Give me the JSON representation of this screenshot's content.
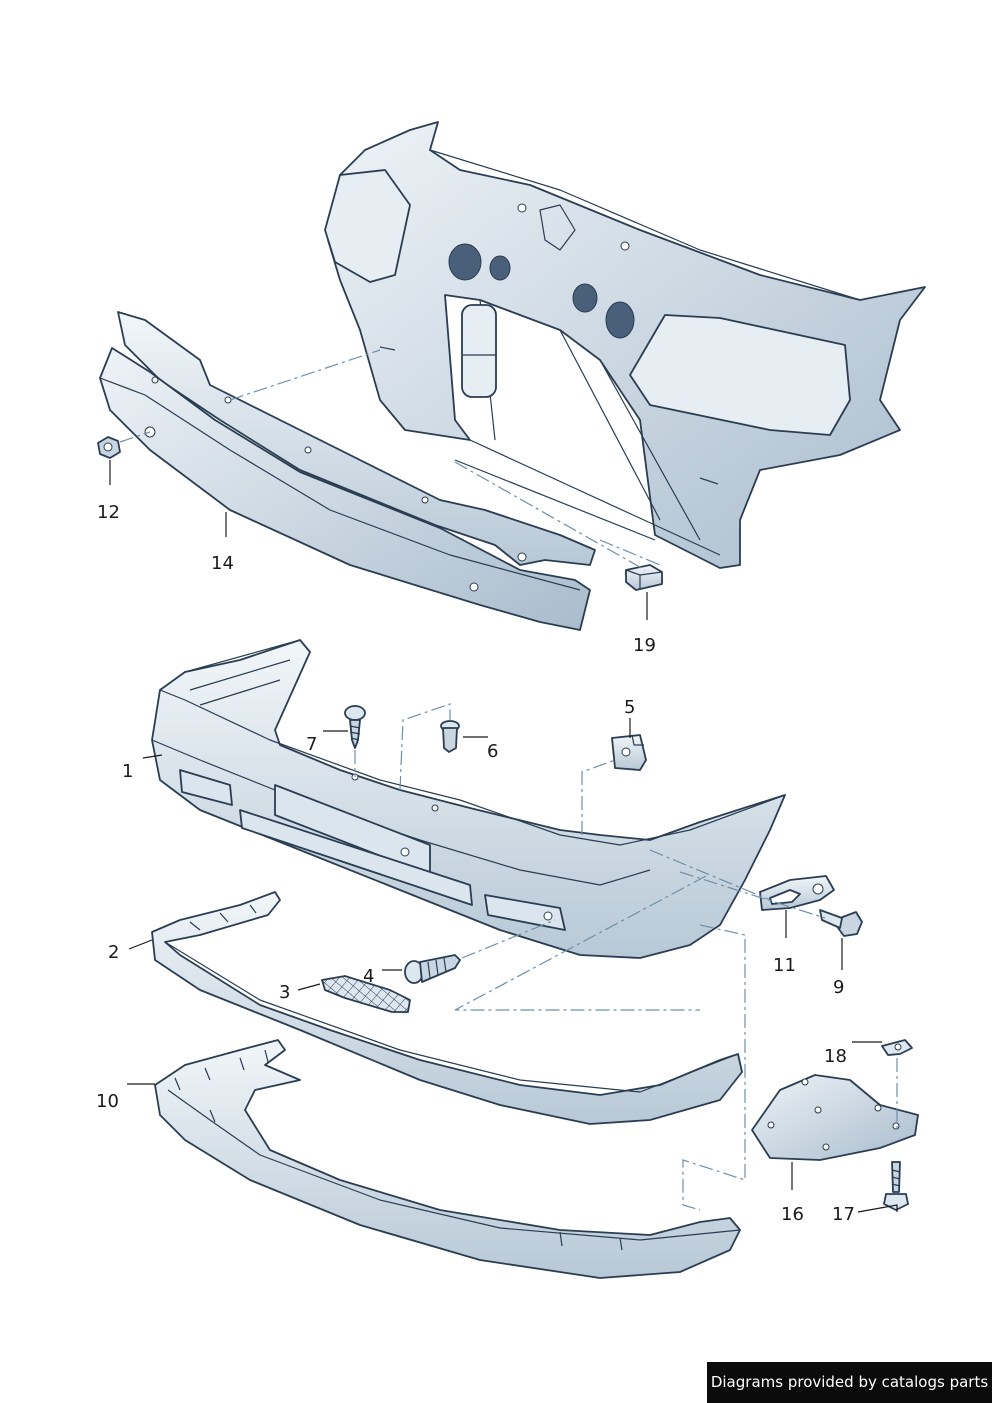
{
  "callouts": [
    {
      "id": "1",
      "label": "1"
    },
    {
      "id": "2",
      "label": "2"
    },
    {
      "id": "3",
      "label": "3"
    },
    {
      "id": "4",
      "label": "4"
    },
    {
      "id": "5",
      "label": "5"
    },
    {
      "id": "6",
      "label": "6"
    },
    {
      "id": "7",
      "label": "7"
    },
    {
      "id": "9",
      "label": "9"
    },
    {
      "id": "10",
      "label": "10"
    },
    {
      "id": "11",
      "label": "11"
    },
    {
      "id": "12",
      "label": "12"
    },
    {
      "id": "14",
      "label": "14"
    },
    {
      "id": "16",
      "label": "16"
    },
    {
      "id": "17",
      "label": "17"
    },
    {
      "id": "18",
      "label": "18"
    },
    {
      "id": "19",
      "label": "19"
    }
  ],
  "footer": {
    "credit": "Diagrams provided by catalogs parts"
  },
  "colors": {
    "part_fill": "#dde7ef",
    "part_stroke": "#2a3d52",
    "dash": "#6f8fa8",
    "credit_bg": "#0b0b0b"
  }
}
